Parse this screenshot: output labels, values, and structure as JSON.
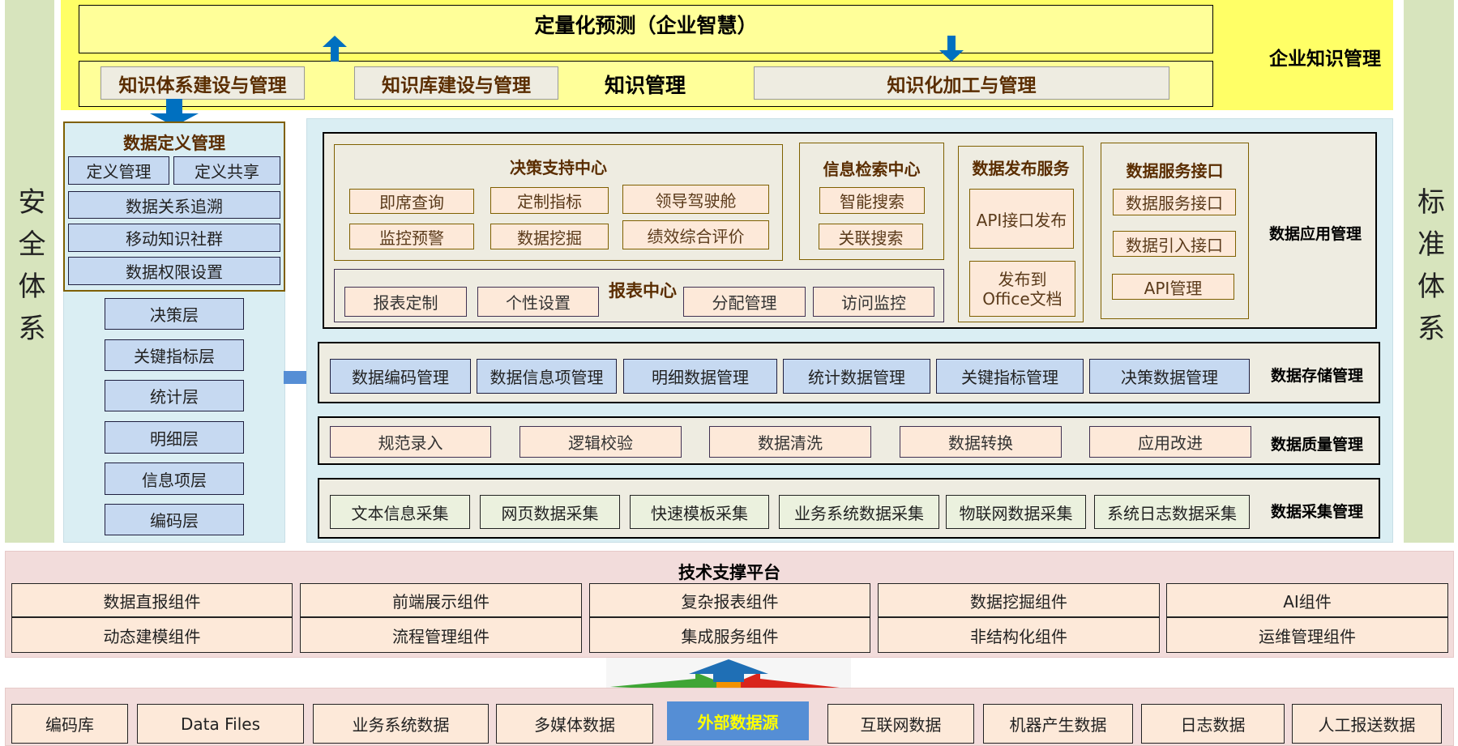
{
  "side": {
    "left": "安全体系",
    "right": "标准体系"
  },
  "enterprise": {
    "label": "企业知识管理",
    "forecast": "定量化预测（企业智慧）",
    "km_label": "知识管理",
    "items": [
      "知识体系建设与管理",
      "知识库建设与管理",
      "知识化加工与管理"
    ]
  },
  "definition": {
    "title": "数据定义管理",
    "items": [
      "定义管理",
      "定义共享",
      "数据关系追溯",
      "移动知识社群",
      "数据权限设置"
    ]
  },
  "layers": [
    "决策层",
    "关键指标层",
    "统计层",
    "明细层",
    "信息项层",
    "编码层"
  ],
  "application": {
    "label": "数据应用管理",
    "decision": {
      "title": "决策支持中心",
      "items": [
        "即席查询",
        "定制指标",
        "领导驾驶舱",
        "监控预警",
        "数据挖掘",
        "绩效综合评价"
      ]
    },
    "report": {
      "title": "报表中心",
      "items": [
        "报表定制",
        "个性设置",
        "分配管理",
        "访问监控"
      ]
    },
    "search": {
      "title": "信息检索中心",
      "items": [
        "智能搜索",
        "关联搜索"
      ]
    },
    "publish": {
      "title": "数据发布服务",
      "items": [
        "API接口发布",
        "发布到\nOffice文档"
      ]
    },
    "service": {
      "title": "数据服务接口",
      "items": [
        "数据服务接口",
        "数据引入接口",
        "API管理"
      ]
    }
  },
  "storage": {
    "label": "数据存储管理",
    "items": [
      "数据编码管理",
      "数据信息项管理",
      "明细数据管理",
      "统计数据管理",
      "关键指标管理",
      "决策数据管理"
    ]
  },
  "quality": {
    "label": "数据质量管理",
    "items": [
      "规范录入",
      "逻辑校验",
      "数据清洗",
      "数据转换",
      "应用改进"
    ]
  },
  "collection": {
    "label": "数据采集管理",
    "items": [
      "文本信息采集",
      "网页数据采集",
      "快速模板采集",
      "业务系统数据采集",
      "物联网数据采集",
      "系统日志数据采集"
    ]
  },
  "platform": {
    "title": "技术支撑平台",
    "row1": [
      "数据直报组件",
      "前端展示组件",
      "复杂报表组件",
      "数据挖掘组件",
      "AI组件"
    ],
    "row2": [
      "动态建模组件",
      "流程管理组件",
      "集成服务组件",
      "非结构化组件",
      "运维管理组件"
    ]
  },
  "sources": {
    "items": [
      "编码库",
      "Data Files",
      "业务系统数据",
      "多媒体数据",
      "外部数据源",
      "互联网数据",
      "机器产生数据",
      "日志数据",
      "人工报送数据"
    ]
  },
  "colors": {
    "yellow": "#FFFF66",
    "beige": "#EEECE1",
    "peach": "#FDE9D9",
    "blue": "#C6D9F1",
    "panel": "#DAEEF3",
    "side": "#D7E4BD",
    "pink": "#F2DCDB",
    "highlight": "#558ED5",
    "highlight_text": "#FFFF00"
  }
}
